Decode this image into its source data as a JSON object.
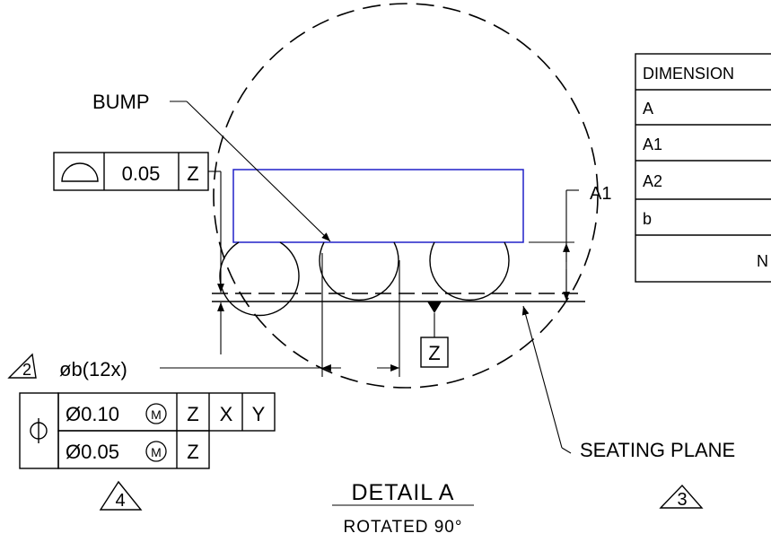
{
  "labels": {
    "bump": "BUMP",
    "seating_plane": "SEATING PLANE",
    "detail_title": "DETAIL A",
    "detail_subtitle": "ROTATED 90°",
    "datum_z": "Z",
    "dim_a1": "A1",
    "ball_diameter": "øb(12x)"
  },
  "fcf_profile": {
    "symbol": "profile-of-surface-icon",
    "tolerance": "0.05",
    "datum": "Z"
  },
  "fcf_position": {
    "symbol": "position-icon",
    "row1": {
      "tolerance": "Ø0.10",
      "modifier": "M",
      "datums": [
        "Z",
        "X",
        "Y"
      ]
    },
    "row2": {
      "tolerance": "Ø0.05",
      "modifier": "M",
      "datums": [
        "Z"
      ]
    }
  },
  "notes": {
    "note2": "2",
    "note3": "3",
    "note4": "4"
  },
  "dimension_table": {
    "header": "DIMENSION",
    "rows": [
      "A",
      "A1",
      "A2",
      "b"
    ],
    "footer_partial": "N"
  },
  "colors": {
    "package_outline": "#2020c8",
    "ink": "#000000"
  }
}
